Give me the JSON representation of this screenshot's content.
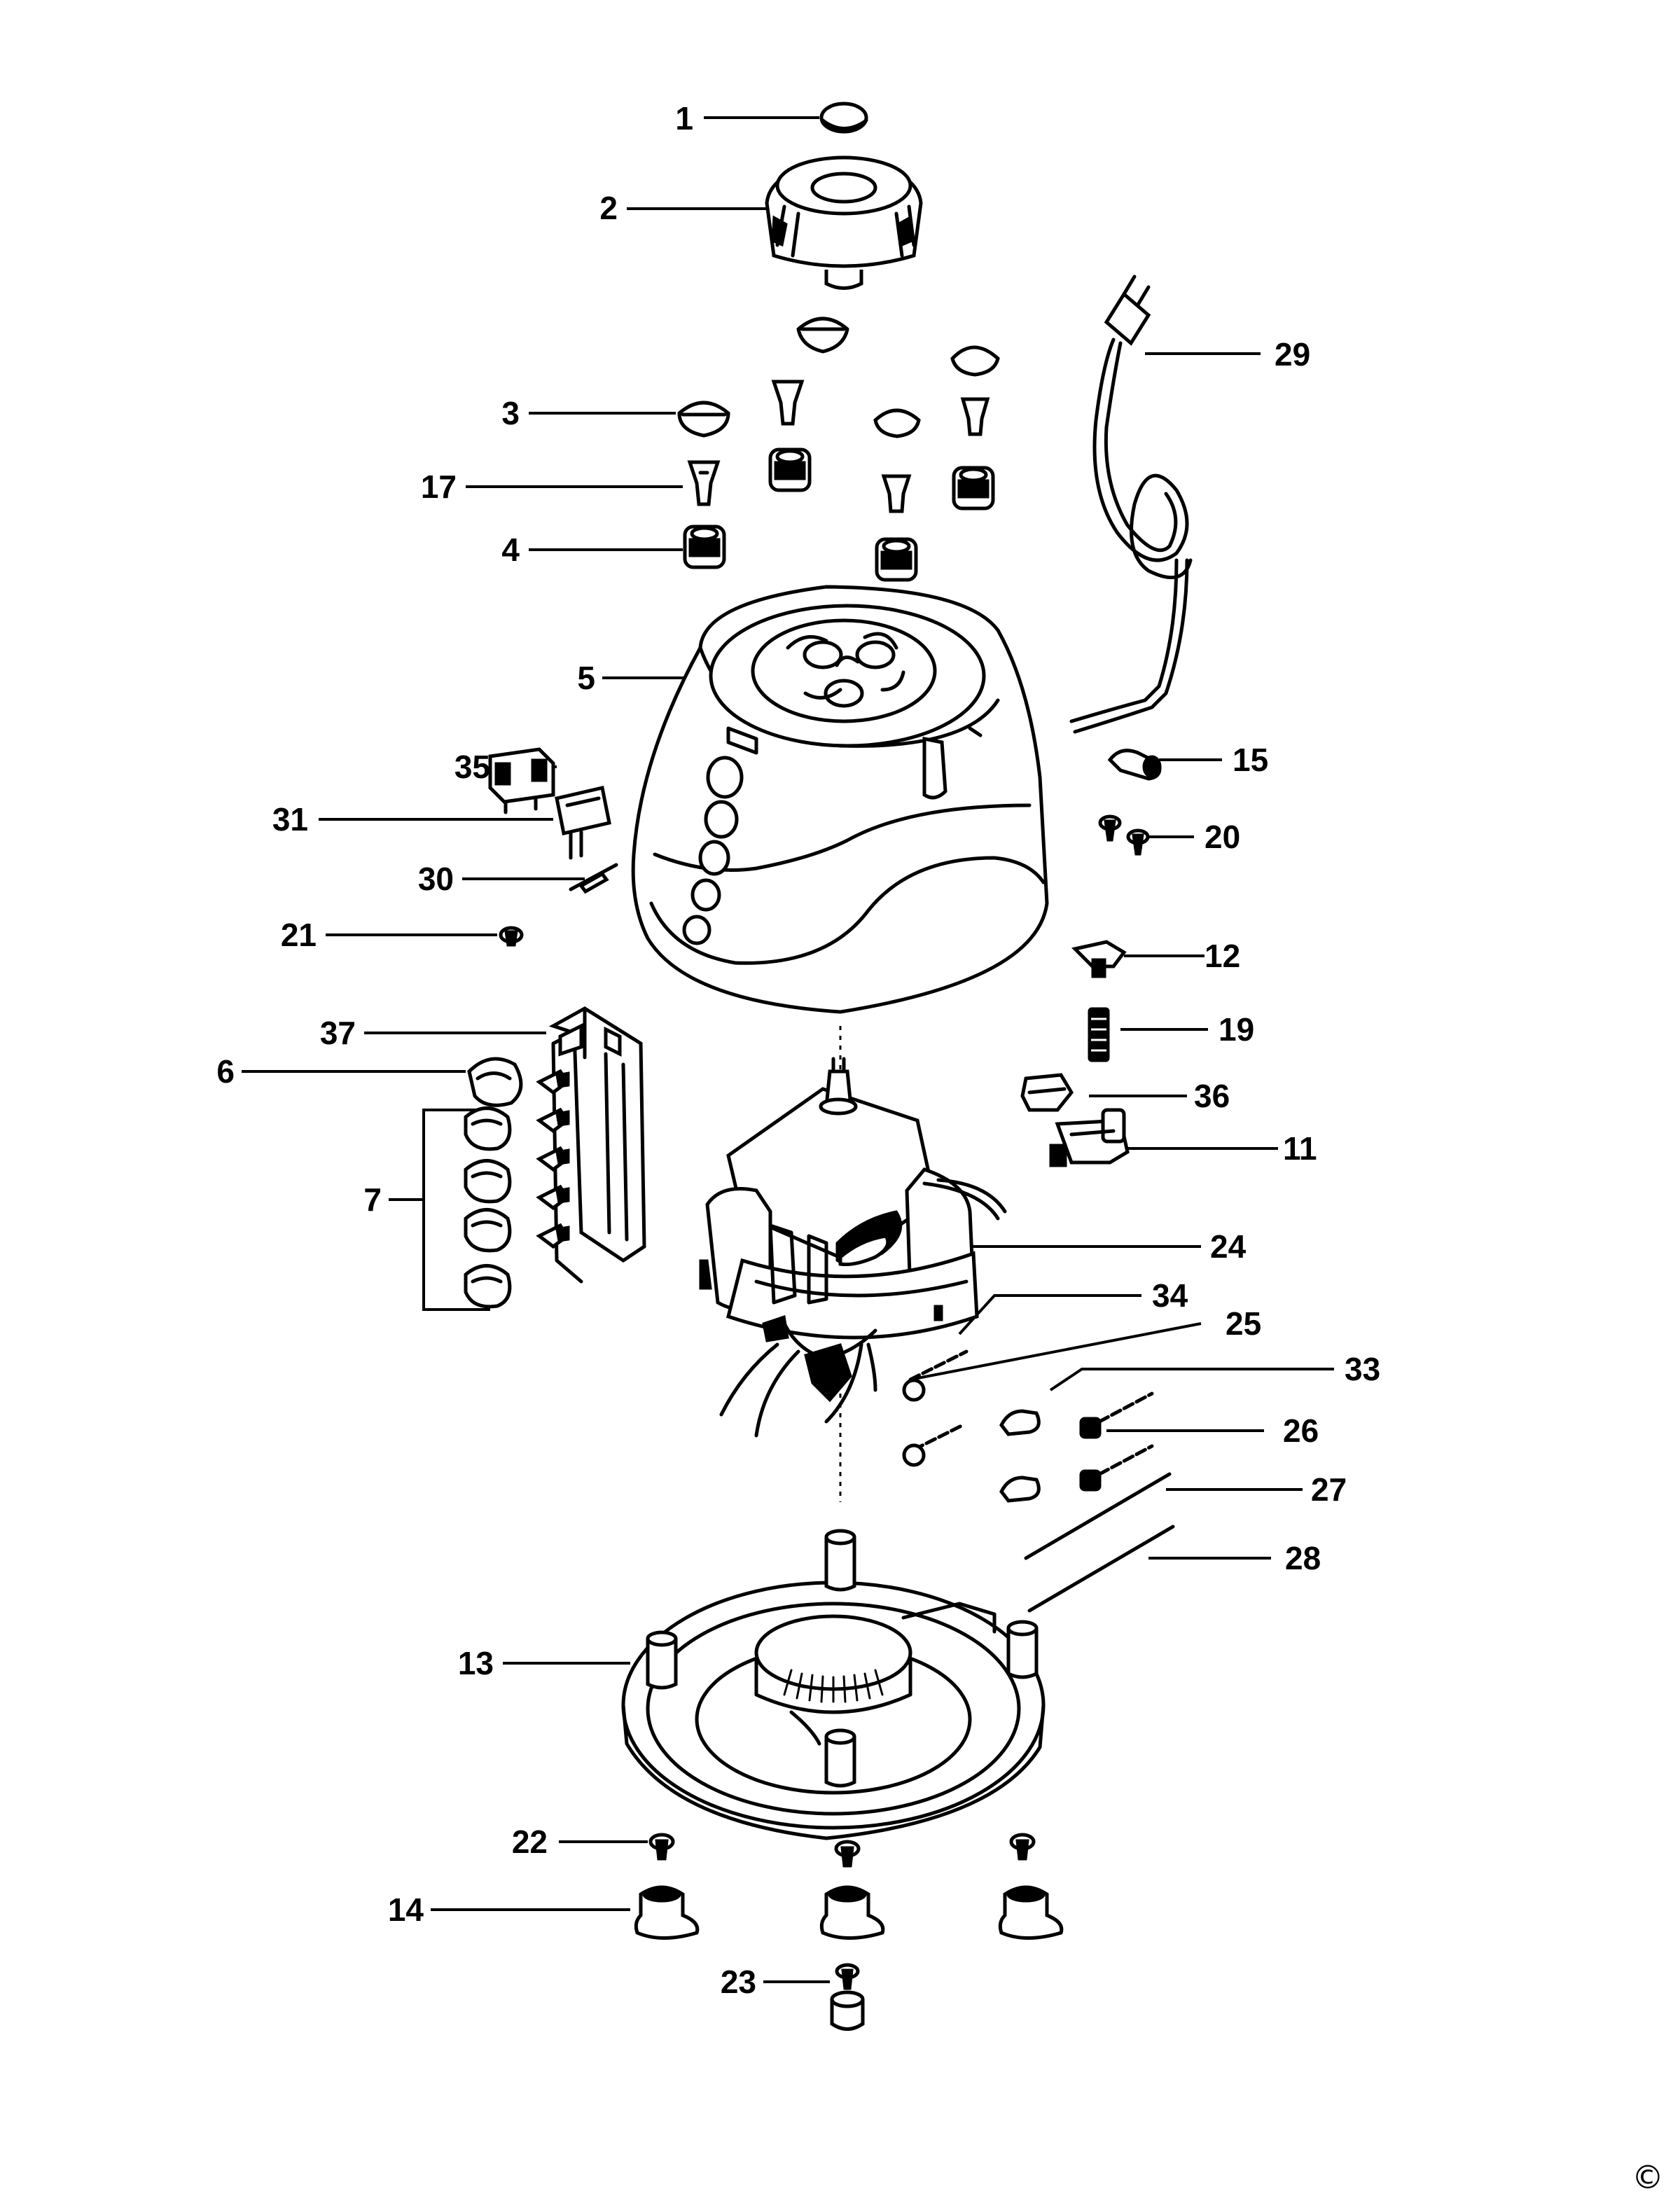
{
  "labels": {
    "p1": "1",
    "p2": "2",
    "p3": "3",
    "p4": "4",
    "p5": "5",
    "p6": "6",
    "p7": "7",
    "p11": "11",
    "p12": "12",
    "p13": "13",
    "p14": "14",
    "p15": "15",
    "p17": "17",
    "p19": "19",
    "p20": "20",
    "p21": "21",
    "p22": "22",
    "p23": "23",
    "p24": "24",
    "p25": "25",
    "p26": "26",
    "p27": "27",
    "p28": "28",
    "p29": "29",
    "p30": "30",
    "p31": "31",
    "p33": "33",
    "p34": "34",
    "p35": "35",
    "p36": "36",
    "p37": "37"
  },
  "copyright": "©"
}
